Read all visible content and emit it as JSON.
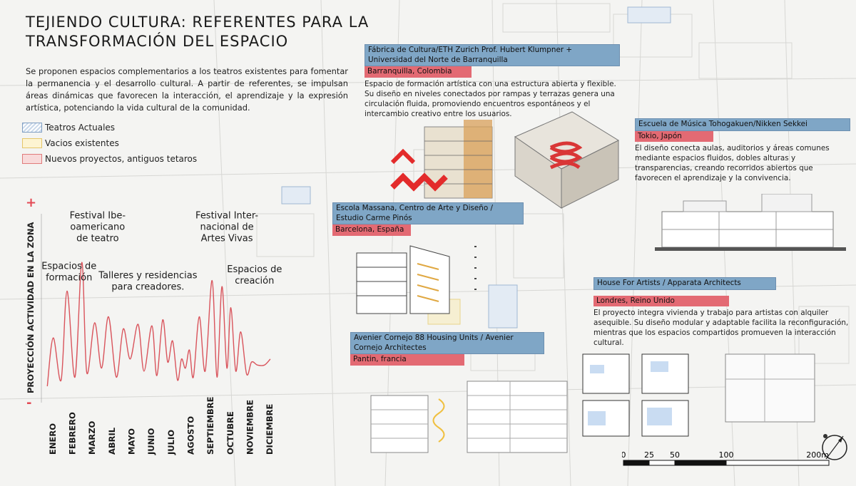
{
  "title": "TEJIENDO CULTURA: REFERENTES PARA LA TRANSFORMACIÓN DEL ESPACIO",
  "intro": "Se proponen espacios complementarios a los teatros existentes para fomentar la permanencia y el desarrollo cultural. A partir de referentes, se impulsan áreas dinámicas que favorecen la interacción, el aprendizaje y la expresión artística, potenciando la vida cultural de la comunidad.",
  "legend": [
    {
      "label": "Teatros Actuales"
    },
    {
      "label": "Vacios existentes"
    },
    {
      "label": "Nuevos proyectos, antiguos tetaros"
    }
  ],
  "colors": {
    "accent_red": "#e36a73",
    "accent_blue": "#7fa6c6",
    "curve": "#d9545c"
  },
  "chart_data": {
    "type": "line",
    "ylabel": "PROYECCIÓN ACTIVIDAD EN LA ZONA",
    "y_max_symbol": "+",
    "y_min_symbol": "-",
    "categories": [
      "ENERO",
      "FEBRERO",
      "MARZO",
      "ABRIL",
      "MAYO",
      "JUNIO",
      "JULIO",
      "AGOSTO",
      "SEPTIEMBRE",
      "OCTUBRE",
      "NOVIEMBRE",
      "DICIEMBRE"
    ],
    "ylim": [
      0,
      100
    ],
    "series": [
      {
        "x": [
          0,
          0.3,
          0.7,
          1.0,
          1.4,
          1.75,
          2.0,
          2.4,
          2.75,
          3.1,
          3.5,
          3.85,
          4.2,
          4.6,
          4.9,
          5.3,
          5.55,
          5.85,
          6.1,
          6.35,
          6.6,
          6.8,
          7.0,
          7.2,
          7.4,
          7.7,
          8.0,
          8.35,
          8.6,
          8.85,
          9.1,
          9.3,
          9.55,
          9.8,
          10.1,
          10.35,
          10.65,
          11.0,
          11.3
        ],
        "y": [
          0,
          32,
          4,
          63,
          6,
          82,
          9,
          42,
          12,
          46,
          6,
          38,
          18,
          41,
          10,
          40,
          7,
          44,
          16,
          30,
          4,
          18,
          12,
          24,
          6,
          46,
          10,
          70,
          6,
          66,
          12,
          52,
          10,
          36,
          8,
          16,
          14,
          14,
          18
        ]
      }
    ],
    "annotations": [
      {
        "text": "Espacios de\nformación",
        "x": 1.1,
        "y": 70
      },
      {
        "text": "Festival Ibe-\noamericano\nde teatro",
        "x": 2.55,
        "y": 96
      },
      {
        "text": "Talleres y residencias\npara creadores.",
        "x": 5.1,
        "y": 64
      },
      {
        "text": "Festival Inter-\nnacional de\nArtes Vivas",
        "x": 9.1,
        "y": 96
      },
      {
        "text": "Espacios de\ncreación",
        "x": 10.5,
        "y": 68
      }
    ]
  },
  "references": [
    {
      "name": "Fábrica de Cultura/ETH Zurich Prof. Hubert Klumpner + Universidad del Norte de Barranquilla",
      "place": "Barranquilla, Colombia",
      "description": "Espacio de formación artística con una estructura abierta y flexible. Su diseño en niveles conectados por rampas y terrazas genera una circulación fluida, promoviendo encuentros espontáneos y el intercambio creativo entre los usuarios."
    },
    {
      "name": "Escuela de Música Tohogakuen/Nikken Sekkei",
      "place": "Tokio, Japón",
      "description": "El diseño conecta aulas, auditorios y áreas comunes mediante espacios fluidos, dobles alturas y transparencias, creando recorridos abiertos que favorecen el aprendizaje y la convivencia."
    },
    {
      "name": "Escola Massana, Centro de Arte y Diseño / Estudio Carme Pinós",
      "place": "Barcelona, España",
      "description": ""
    },
    {
      "name": "House For Artists / Apparata Architects",
      "place": "Londres, Reino Unido",
      "description": "El proyecto integra vivienda y trabajo para artistas con alquiler asequible. Su diseño modular y adaptable facilita la reconfiguración, mientras que los espacios compartidos promueven la interacción cultural."
    },
    {
      "name": "Avenier Cornejo 88 Housing Units / Avenier Cornejo Architectes",
      "place": "Pantin, francia",
      "description": ""
    }
  ],
  "scale_bar": {
    "labels": [
      "0",
      "25",
      "50",
      "100",
      "200m"
    ],
    "values": [
      0,
      25,
      50,
      100,
      200
    ]
  }
}
